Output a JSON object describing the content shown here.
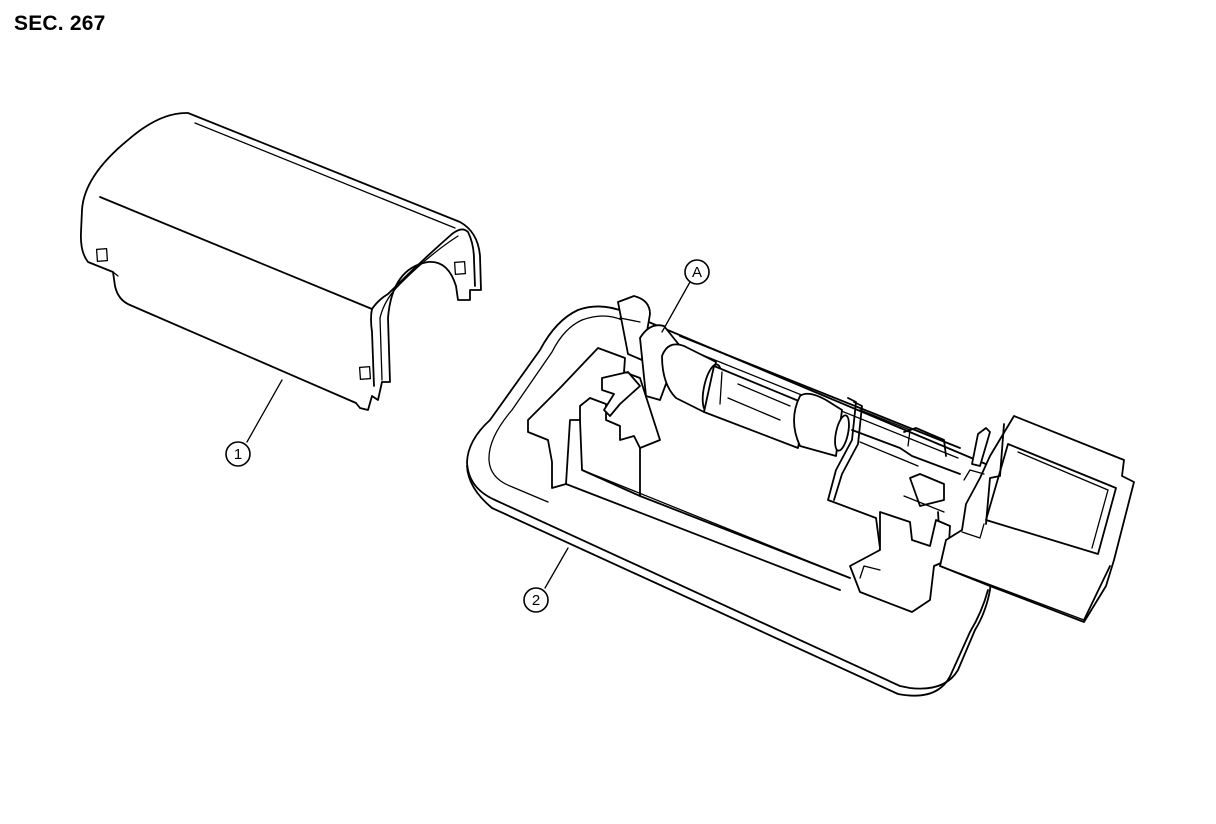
{
  "section_label": "SEC. 267",
  "callouts": {
    "part_1": "1",
    "part_2": "2",
    "point_a": "A"
  }
}
